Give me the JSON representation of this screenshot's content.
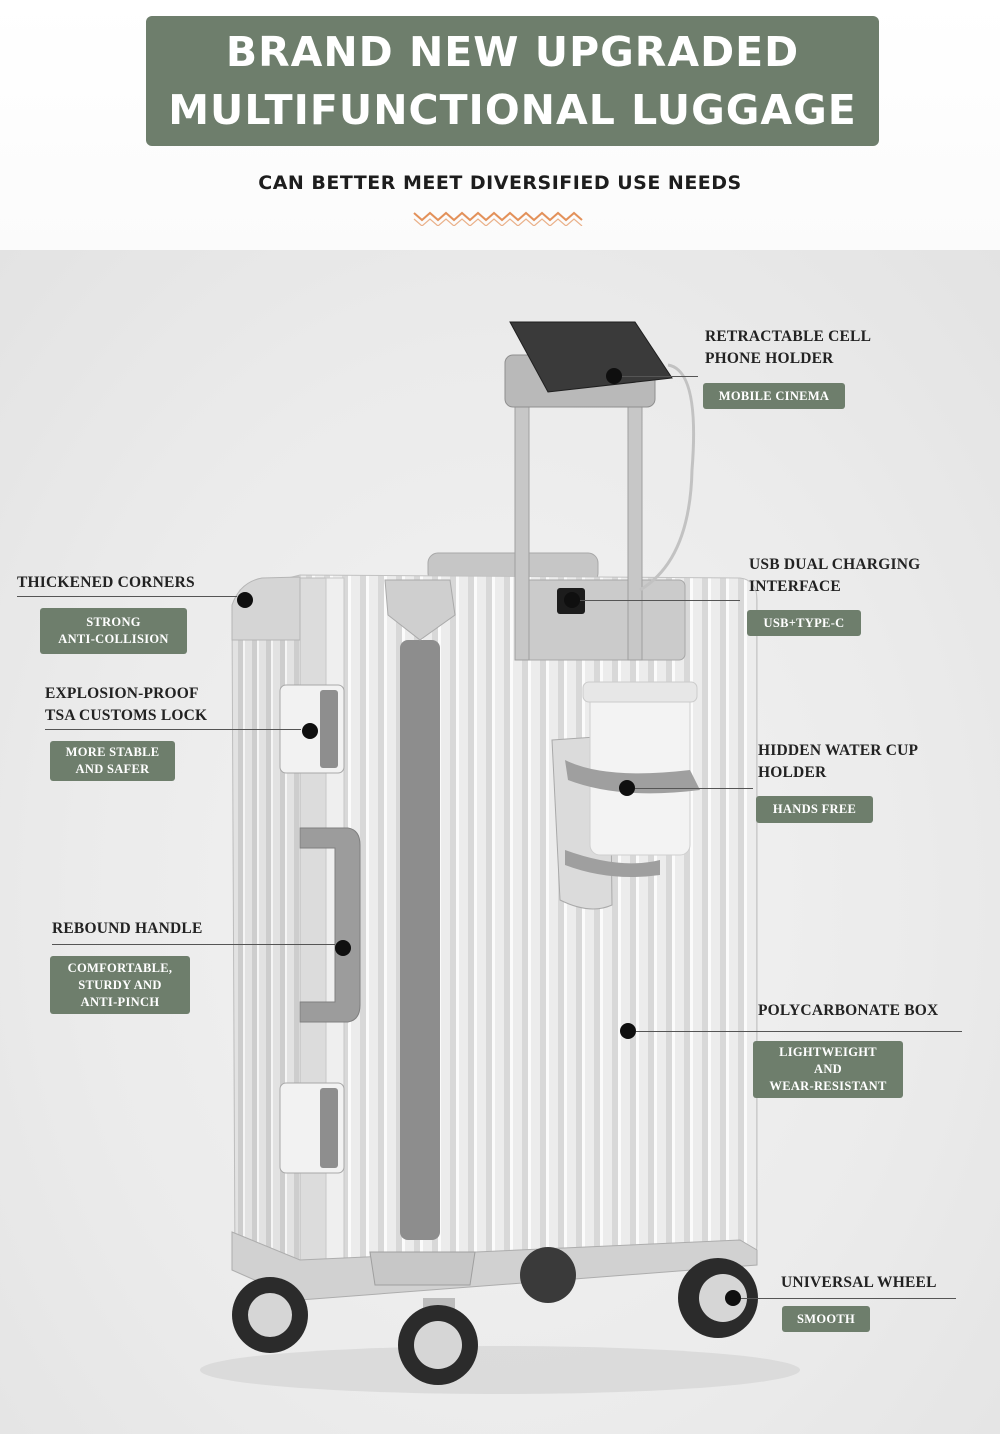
{
  "header": {
    "title_line1": "BRAND NEW UPGRADED",
    "title_line2": "MULTIFUNCTIONAL LUGGAGE",
    "subtitle": "CAN BETTER MEET DIVERSIFIED USE NEEDS"
  },
  "colors": {
    "accent": "#6e7e6c",
    "wave": "#e3915a",
    "text": "#222222"
  },
  "features": {
    "phone_holder": {
      "title": [
        "RETRACTABLE CELL",
        "PHONE HOLDER"
      ],
      "badge": [
        "MOBILE CINEMA"
      ]
    },
    "usb": {
      "title": [
        "USB DUAL CHARGING",
        "INTERFACE"
      ],
      "badge": [
        "USB+TYPE-C"
      ]
    },
    "corners": {
      "title": [
        "THICKENED CORNERS"
      ],
      "badge": [
        "STRONG",
        "ANTI-COLLISION"
      ]
    },
    "lock": {
      "title": [
        "EXPLOSION-PROOF",
        "TSA CUSTOMS LOCK"
      ],
      "badge": [
        "MORE STABLE",
        "AND SAFER"
      ]
    },
    "cup_holder": {
      "title": [
        "HIDDEN WATER CUP",
        "HOLDER"
      ],
      "badge": [
        "HANDS FREE"
      ]
    },
    "handle": {
      "title": [
        "REBOUND HANDLE"
      ],
      "badge": [
        "COMFORTABLE,",
        "STURDY AND",
        "ANTI-PINCH"
      ]
    },
    "box": {
      "title": [
        "POLYCARBONATE BOX"
      ],
      "badge": [
        "LIGHTWEIGHT",
        "AND",
        "WEAR-RESISTANT"
      ]
    },
    "wheel": {
      "title": [
        "UNIVERSAL WHEEL"
      ],
      "badge": [
        "SMOOTH"
      ]
    }
  }
}
